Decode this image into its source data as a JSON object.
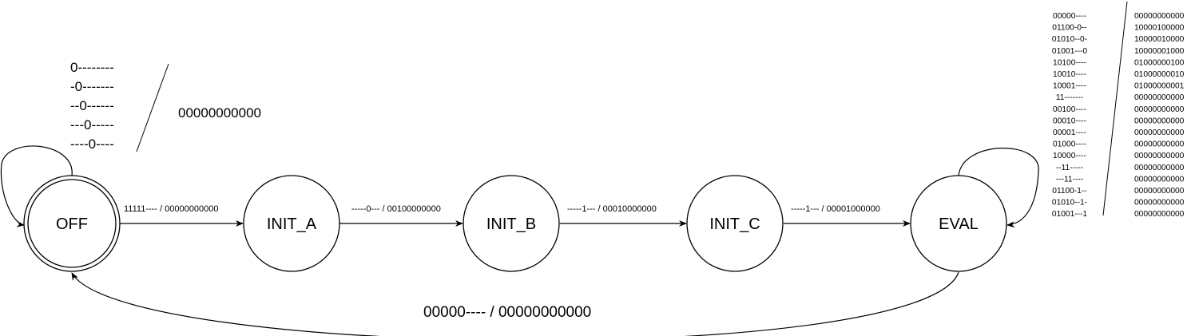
{
  "states": {
    "off": "OFF",
    "init_a": "INIT_A",
    "init_b": "INIT_B",
    "init_c": "INIT_C",
    "eval": "EVAL"
  },
  "transitions": {
    "off_to_init_a": "11111---- / 00000000000",
    "init_a_to_init_b": "-----0--- / 00100000000",
    "init_b_to_init_c": "-----1--- / 00010000000",
    "init_c_to_eval": "-----1--- / 00001000000",
    "eval_to_off": "00000---- / 00000000000"
  },
  "off_self_loop": {
    "inputs": [
      "0--------",
      "-0-------",
      "--0------",
      "---0-----",
      "----0----"
    ],
    "output": "00000000000"
  },
  "eval_self_loop": {
    "rows": [
      {
        "input": "00000----",
        "output": "00000000000"
      },
      {
        "input": "01100-0--",
        "output": "10000100000"
      },
      {
        "input": "01010--0-",
        "output": "10000010000"
      },
      {
        "input": "01001---0",
        "output": "10000001000"
      },
      {
        "input": "10100----",
        "output": "01000000100"
      },
      {
        "input": "10010----",
        "output": "01000000010"
      },
      {
        "input": "10001----",
        "output": "01000000001"
      },
      {
        "input": "11-------",
        "output": "00000000000"
      },
      {
        "input": "00100----",
        "output": "00000000000"
      },
      {
        "input": "00010----",
        "output": "00000000000"
      },
      {
        "input": "00001----",
        "output": "00000000000"
      },
      {
        "input": "01000----",
        "output": "00000000000"
      },
      {
        "input": "10000----",
        "output": "00000000000"
      },
      {
        "input": "--11-----",
        "output": "00000000000"
      },
      {
        "input": "---11----",
        "output": "00000000000"
      },
      {
        "input": "01100-1--",
        "output": "00000000000"
      },
      {
        "input": "01010--1-",
        "output": "00000000000"
      },
      {
        "input": "01001---1",
        "output": "00000000000"
      }
    ]
  }
}
